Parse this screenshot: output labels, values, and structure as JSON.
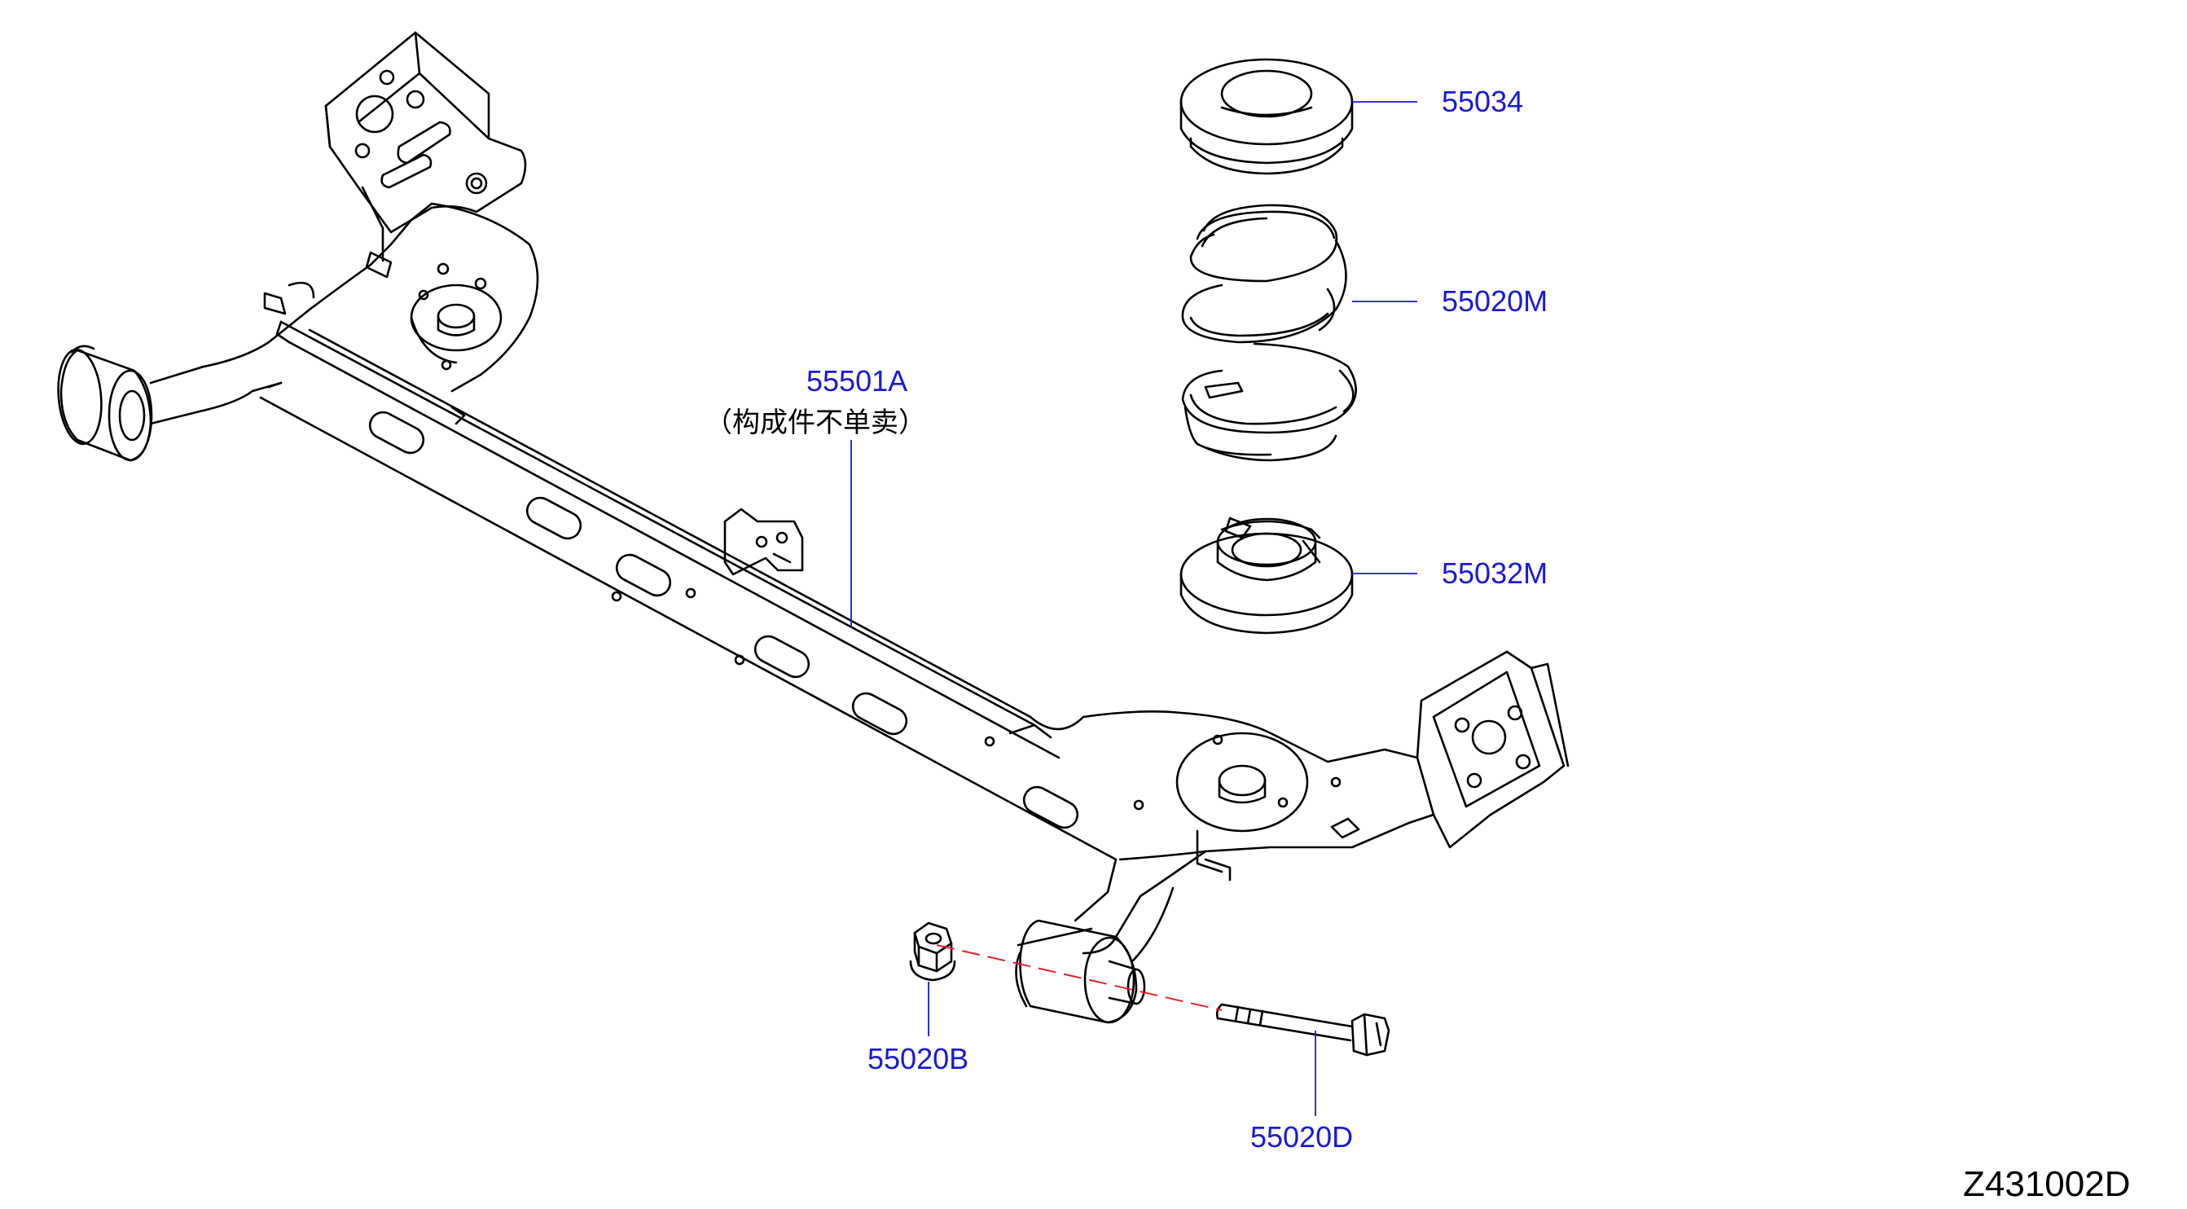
{
  "colors": {
    "line_art": "#000000",
    "callout_text": "#1a1ad6",
    "leader_line": "#1a1ad6",
    "centerline": "#e8202a",
    "figure_id": "#000000"
  },
  "parts": {
    "upper_seat": {
      "number": "55034"
    },
    "coil_spring": {
      "number": "55020M"
    },
    "lower_seat": {
      "number": "55032M"
    },
    "axle_beam": {
      "number": "55501A",
      "note": "（构成件不单卖）"
    },
    "nut": {
      "number": "55020B"
    },
    "bolt": {
      "number": "55020D"
    }
  },
  "figure_id": "Z431002D"
}
